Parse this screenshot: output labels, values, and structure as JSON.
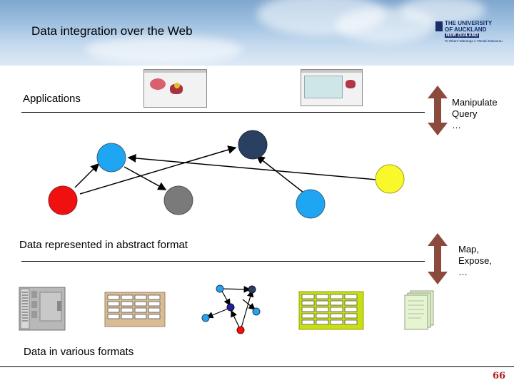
{
  "slide": {
    "title": "Data integration over the Web",
    "page_number": "66"
  },
  "logo": {
    "line1": "THE UNIVERSITY",
    "line2": "OF AUCKLAND",
    "line3": "NEW ZEALAND",
    "line4": "Te Whare Wānanga o Tāmaki Makaurau"
  },
  "sections": {
    "applications": "Applications",
    "abstract": "Data represented in abstract format",
    "formats": "Data in various formats"
  },
  "arrows": {
    "top": [
      "Manipulate",
      "Query",
      "…"
    ],
    "bottom": [
      "Map,",
      "Expose,",
      "…"
    ]
  },
  "colors": {
    "node_red": "#f01010",
    "node_blue": "#1ea6f2",
    "node_gray": "#7a7a7a",
    "node_navy": "#2a4060",
    "node_yellow": "#f8f82a",
    "arrow_brown": "#8b4a3c",
    "table_tan": "#d8bc94",
    "table_green": "#c8e010",
    "docs_green": "#dff0c8",
    "header_blue": "#8fb4d8",
    "slide_number_red": "#b02020"
  },
  "icons": [
    "server-icon",
    "table-icon",
    "graph-icon",
    "spreadsheet-icon",
    "documents-icon"
  ]
}
